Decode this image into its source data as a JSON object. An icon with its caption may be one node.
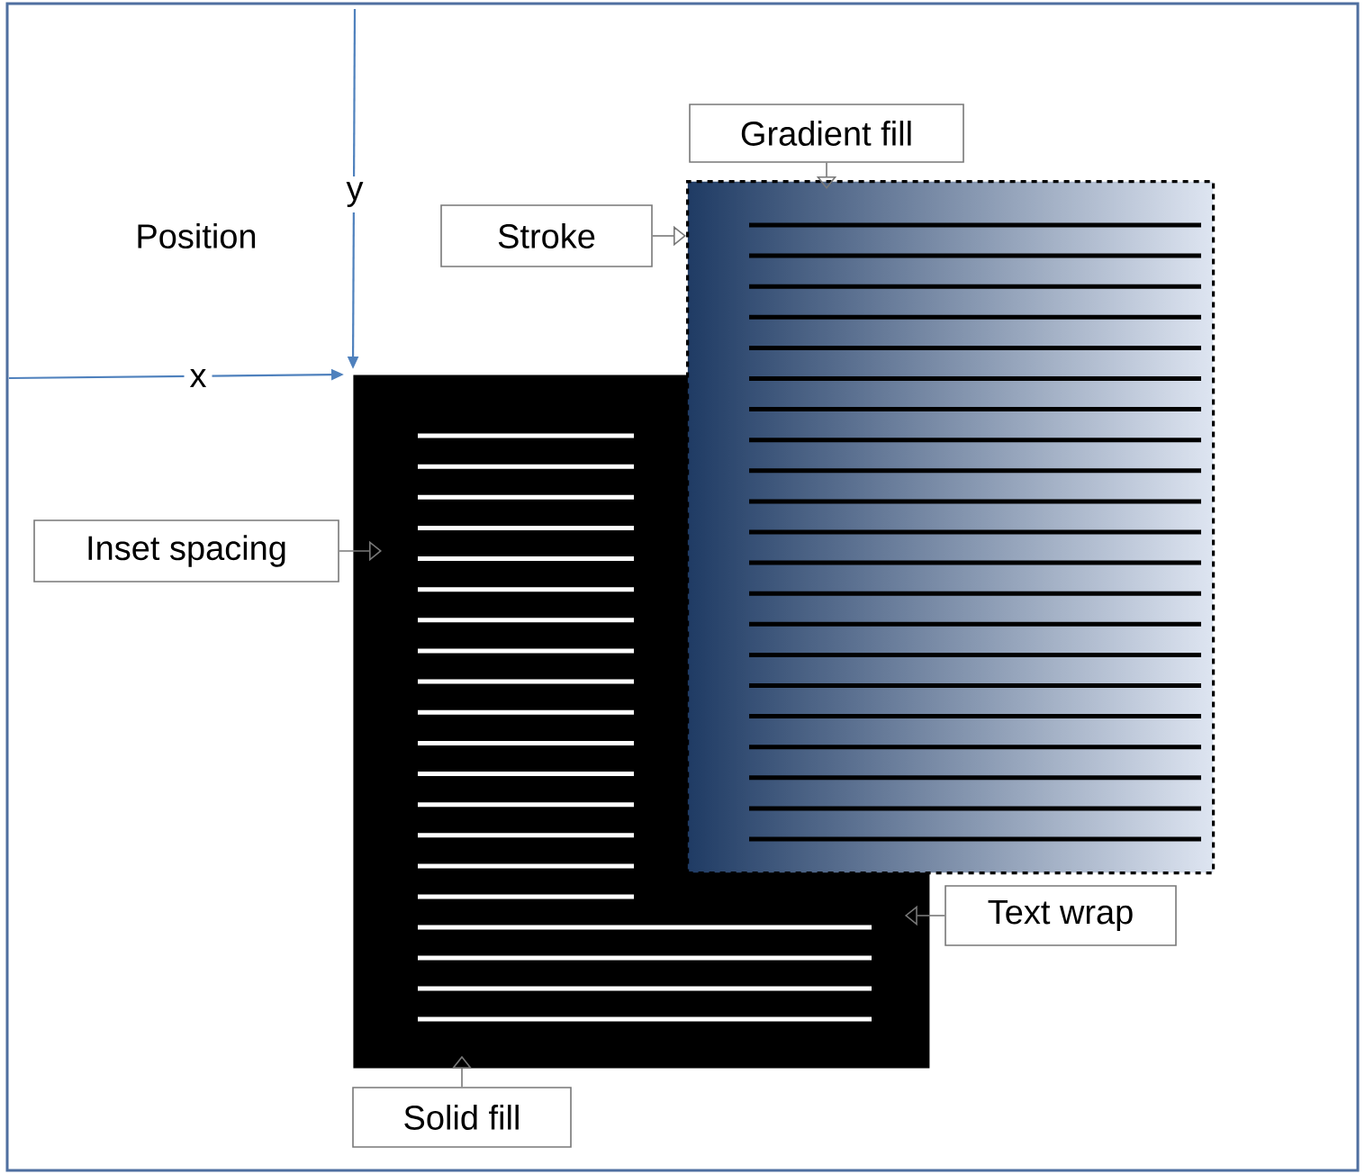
{
  "diagram": {
    "nodes": [
      {
        "text": [],
        "shape": "box"
      },
      {
        "text": [],
        "shape": "box"
      },
      {
        "text": [
          "Gradient fill"
        ]
      },
      {
        "text": [
          "Stroke"
        ]
      },
      {
        "text": [
          "Inset spacing"
        ]
      },
      {
        "text": [
          "Text wrap"
        ]
      },
      {
        "text": [
          "Solid fill"
        ]
      }
    ],
    "edges": [
      {
        "from": 2,
        "to": 1,
        "arrow": "to"
      },
      {
        "from": 3,
        "to": 1,
        "arrow": "to"
      },
      {
        "from": 4,
        "to": 0,
        "arrow": "to"
      },
      {
        "from": 5,
        "to": 0,
        "arrow": "to"
      },
      {
        "from": 6,
        "to": 0,
        "arrow": "to"
      },
      {
        "from": null,
        "to": 0,
        "arrow": "to",
        "label": "y",
        "color": "#4f81bd"
      },
      {
        "from": null,
        "to": 0,
        "arrow": "to",
        "label": "x",
        "color": "#4f81bd"
      }
    ],
    "labels": [
      "Position"
    ]
  }
}
